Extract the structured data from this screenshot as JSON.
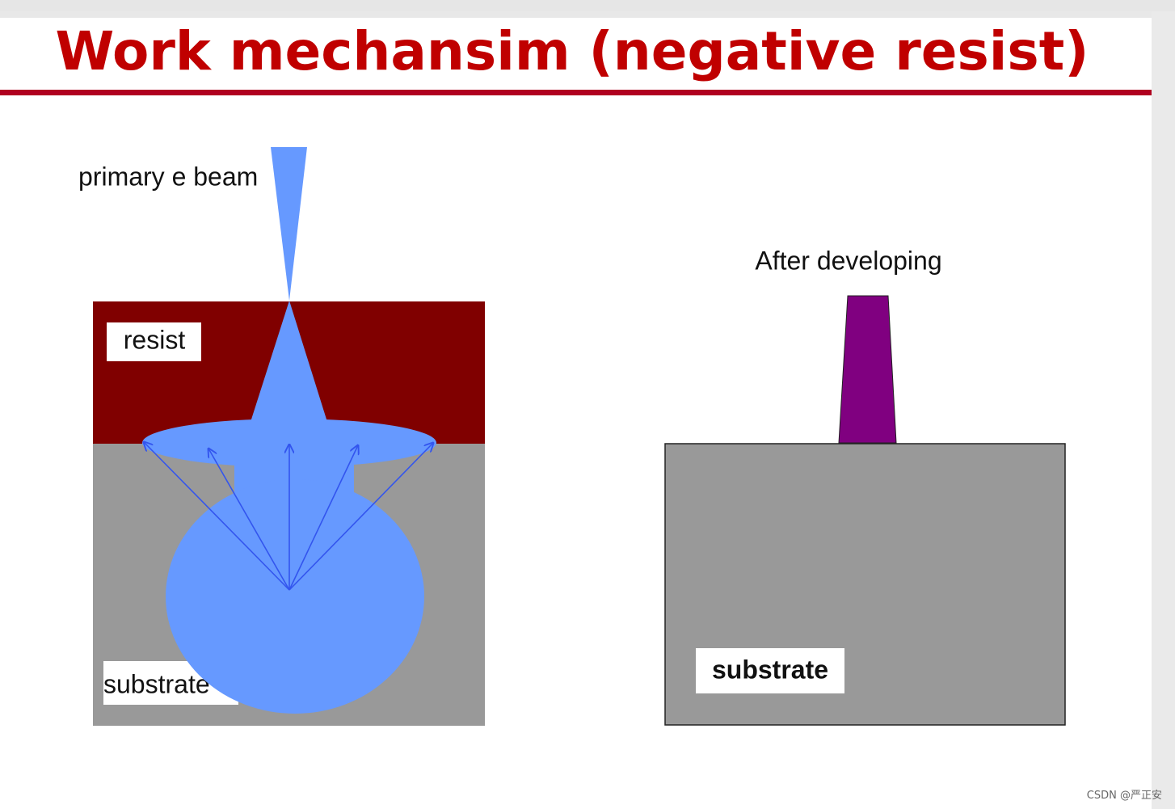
{
  "slide": {
    "title": "Work mechansim (negative resist)",
    "title_color": "#c00000",
    "rule_color": "#b00020"
  },
  "diagram_left": {
    "beam_label": "primary e beam",
    "resist_label": "resist",
    "substrate_label": "substrate",
    "colors": {
      "resist": "#800000",
      "substrate": "#999999",
      "beam": "#6699ff",
      "arrows": "#3355ee"
    }
  },
  "diagram_right": {
    "caption": "After developing",
    "substrate_label": "substrate",
    "colors": {
      "pattern": "#800080",
      "substrate": "#999999"
    }
  },
  "watermark": "CSDN @严正安"
}
